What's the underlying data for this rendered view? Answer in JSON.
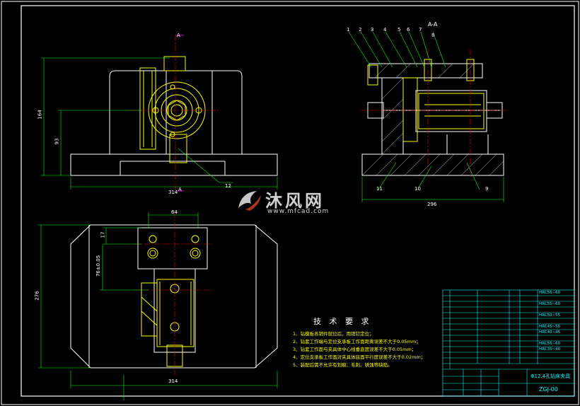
{
  "section_label": "A-A",
  "section_mark": "A",
  "leaders": [
    "1",
    "2",
    "3",
    "4",
    "5",
    "6",
    "7",
    "8",
    "9",
    "10",
    "11",
    "12"
  ],
  "dims": {
    "front_height": "164",
    "front_mid": "93",
    "front_width": "314",
    "side_width": "296",
    "plan_top": "64",
    "plan_left_a": "17",
    "plan_left_b": "76±0.05",
    "plan_height": "276",
    "plan_width": "314"
  },
  "tech_req": {
    "title": "技 术 要 求",
    "notes": [
      "1、钻模板各销件就位后，用销钉定位；",
      "2、钻套工作端与定位支承板工作面距离误差不大于0.05mm；",
      "3、钻套工作面与夹具体中心线垂直度误差不大于0.05mm；",
      "4、定位支承板工作面对夹具体底面平行度误差不大于0.02mm；",
      "5、装配后需不允许有划痕、毛刺、锈蚀等缺陷。"
    ]
  },
  "watermark": {
    "brand": "沐风网",
    "url": "www.mfcad.com"
  },
  "title_block": {
    "drawing_name": "Φ12.4孔钻床夹具",
    "drawing_no": "ZGJ-00",
    "material_codes": [
      "HRC56~60",
      "HRC55~60",
      "HRC50~55",
      "HRC45~50",
      "HRC40~45",
      "HRC56~60",
      "HRC35~40"
    ]
  },
  "colors": {
    "outline": "#ffffff",
    "part": "#ffff00",
    "hidden": "#ffff00",
    "dimension": "#00ff00",
    "center": "#ff0000",
    "title_block": "#00ffff",
    "accent": "#ff00ff"
  }
}
